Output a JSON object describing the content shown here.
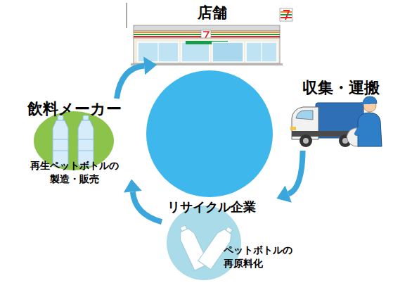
{
  "diagram": {
    "nodes": [
      {
        "text": [
          "店舗"
        ]
      },
      {
        "text": [
          "収集・運搬"
        ]
      },
      {
        "text": [
          "飲料メーカー",
          "再生ペットボトルの 製造・販売"
        ]
      },
      {
        "text": [
          "リサイクル企業",
          "ペットボトルの 再原料化"
        ]
      }
    ],
    "edges": [
      {
        "from": 2,
        "to": 0,
        "arrow": "to"
      },
      {
        "from": 1,
        "to": 3,
        "arrow": "to"
      },
      {
        "from": 3,
        "to": 2,
        "arrow": "to"
      }
    ]
  }
}
